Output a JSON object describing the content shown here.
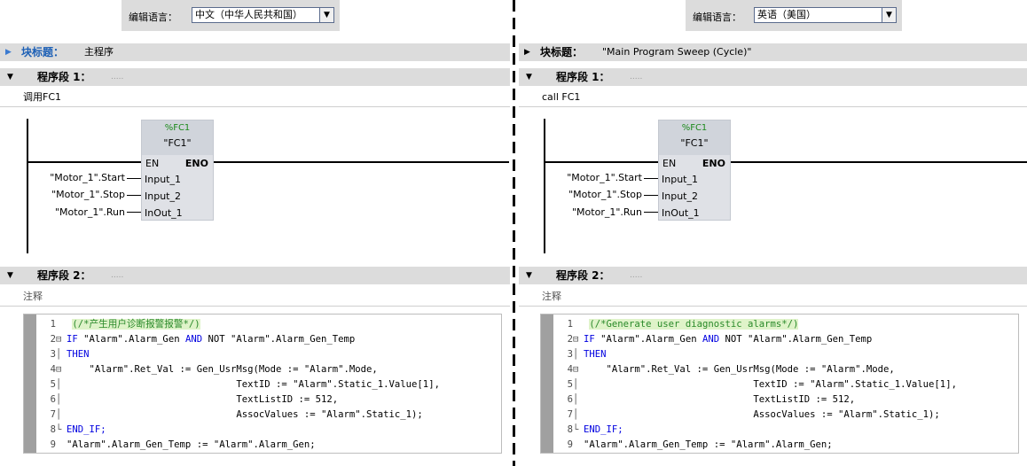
{
  "left": {
    "lang_label": "编辑语言：",
    "lang_value": "中文（中华人民共和国）",
    "block_title_label": "块标题：",
    "block_title_value": "主程序",
    "network1_label": "程序段 1：",
    "network1_dots": ".....",
    "network1_comment": "调用FC1",
    "network2_label": "程序段 2：",
    "network2_dots": ".....",
    "network2_comment": "注释",
    "code_comment": "(/*产生用户诊断报警报警*/)"
  },
  "right": {
    "lang_label": "编辑语言：",
    "lang_value": "英语（美国）",
    "block_title_label": "块标题：",
    "block_title_value": "\"Main Program Sweep (Cycle)\"",
    "network1_label": "程序段 1：",
    "network1_dots": ".....",
    "network1_comment": "call FC1",
    "network2_label": "程序段 2：",
    "network2_dots": ".....",
    "network2_comment": "注释",
    "code_comment": "(/*Generate user diagnostic alarms*/)"
  },
  "fc": {
    "address": "%FC1",
    "name": "\"FC1\"",
    "en": "EN",
    "eno": "ENO",
    "pins": [
      "Input_1",
      "Input_2",
      "InOut_1"
    ],
    "params": [
      "\"Motor_1\".Start",
      "\"Motor_1\".Stop",
      "\"Motor_1\".Run"
    ]
  },
  "code": {
    "line_numbers": [
      "1",
      "2",
      "3",
      "4",
      "5",
      "6",
      "7",
      "8",
      "9"
    ],
    "line2": {
      "kw1": "IF",
      "a": " \"Alarm\".Alarm_Gen ",
      "kw2": "AND",
      "b": " NOT \"Alarm\".Alarm_Gen_Temp"
    },
    "line3": "THEN",
    "line4": "    \"Alarm\".Ret_Val := Gen_UsrMsg(Mode := \"Alarm\".Mode,",
    "line5": "                              TextID := \"Alarm\".Static_1.Value[1],",
    "line6": "                              TextListID := 512,",
    "line7": "                              AssocValues := \"Alarm\".Static_1);",
    "line8": "END_IF;",
    "line9": "\"Alarm\".Alarm_Gen_Temp := \"Alarm\".Alarm_Gen;"
  },
  "colors": {
    "header_bg": "#dcdcdc",
    "title_blue": "#1c5fb5",
    "keyword": "#0000e0",
    "comment_bg": "#dff3c9",
    "fc_green": "#1c8a1c"
  }
}
